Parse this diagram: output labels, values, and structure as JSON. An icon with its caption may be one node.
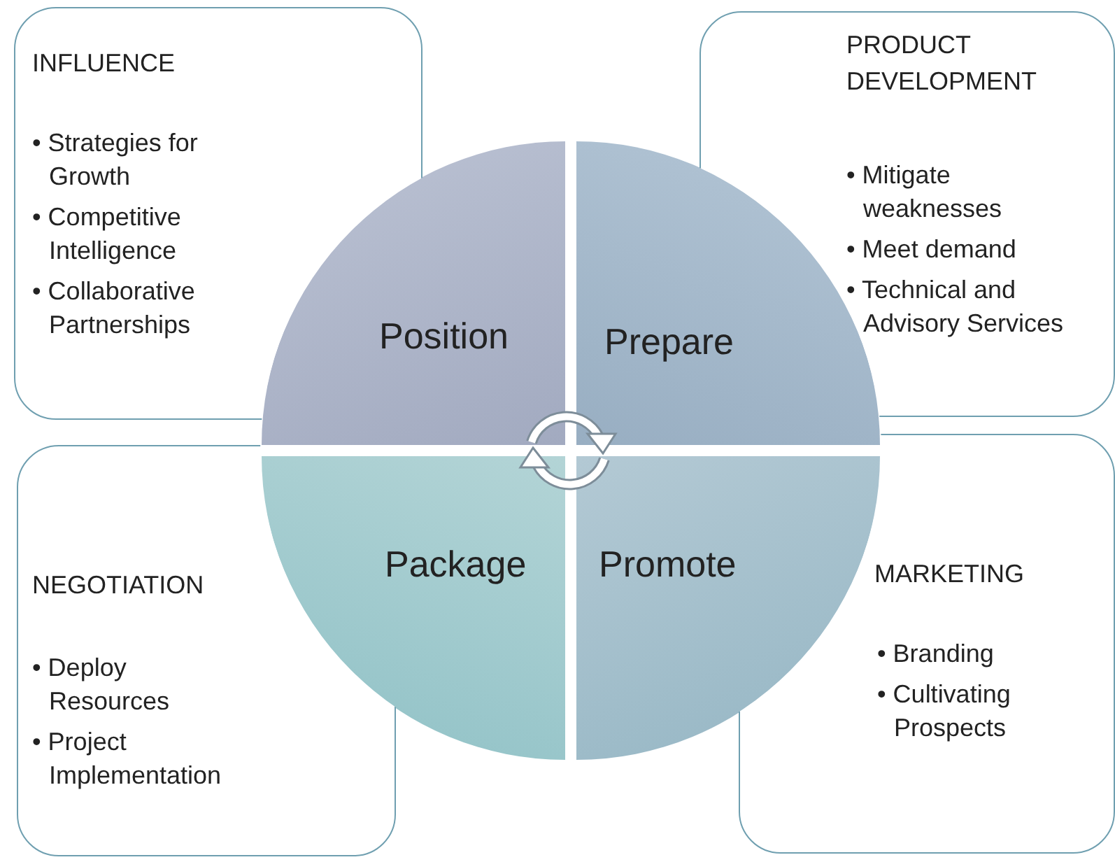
{
  "diagram": {
    "nodes": [
      {
        "text": [
          "INFLUENCE",
          "• Strategies for Growth",
          "• Competitive Intelligence",
          "• Collaborative Partnerships"
        ]
      },
      {
        "text": [
          "Position"
        ]
      },
      {
        "text": [
          "Prepare"
        ]
      },
      {
        "text": [
          "PRODUCT DEVELOPMENT",
          "• Mitigate weaknesses",
          "• Meet demand",
          "• Technical and Advisory Services"
        ]
      },
      {
        "text": [
          "NEGOTIATION",
          "• Deploy Resources",
          "• Project Implementation"
        ]
      },
      {
        "text": [
          "Package"
        ]
      },
      {
        "text": [
          "Promote"
        ]
      },
      {
        "text": [
          "MARKETING",
          "• Branding",
          "• Cultivating Prospects"
        ]
      }
    ]
  }
}
